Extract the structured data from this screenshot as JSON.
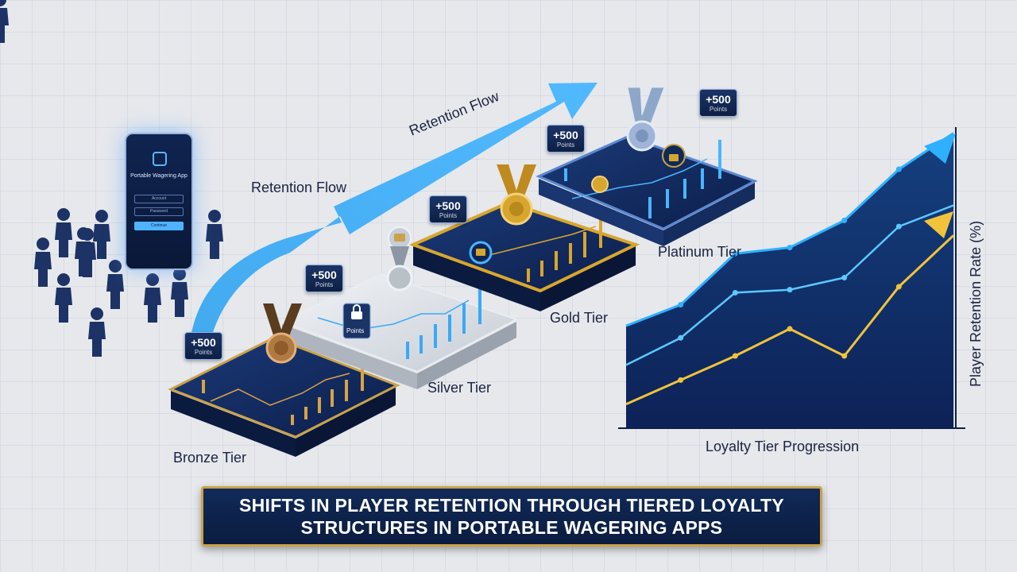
{
  "flow_labels": [
    "Retention Flow",
    "Retention Flow"
  ],
  "tiers": [
    {
      "name": "Bronze Tier",
      "badge_value": "+500",
      "badge_unit": "Points",
      "medal": "bronze-medal-icon",
      "color": "#b07a42"
    },
    {
      "name": "Silver Tier",
      "badge_value": "+500",
      "badge_unit": "Points",
      "medal": "silver-medal-icon",
      "lock_label": "Points",
      "color": "#b9c0c8"
    },
    {
      "name": "Gold Tier",
      "badge_value": "+500",
      "badge_unit": "Points",
      "medal": "gold-medal-icon",
      "color": "#d7a62e"
    },
    {
      "name": "Platinum Tier",
      "badge_value": "+500",
      "badge_unit": "Points",
      "medal": "platinum-medal-icon",
      "color": "#9fb4d6"
    }
  ],
  "phone": {
    "app_name": "Portable Wagering App",
    "field_1": "Account",
    "field_2": "Password",
    "button": "Continue"
  },
  "chart": {
    "ylabel": "Player Retention Rate (%)",
    "xlabel": "Loyalty Tier Progression",
    "colors": {
      "series_top": "#2fb0ff",
      "series_mid": "#5cc8ff",
      "series_gold": "#f2c33a",
      "fill": "#0e2a6c"
    }
  },
  "chart_data": {
    "type": "line",
    "title": "",
    "xlabel": "Loyalty Tier Progression",
    "ylabel": "Player Retention Rate (%)",
    "x": [
      1,
      2,
      3,
      4,
      5,
      6,
      7
    ],
    "series": [
      {
        "values": [
          34,
          41,
          58,
          60,
          69,
          86,
          98
        ]
      },
      {
        "values": [
          21,
          30,
          45,
          46,
          50,
          67,
          74
        ]
      },
      {
        "values": [
          8,
          16,
          24,
          33,
          24,
          47,
          64
        ]
      }
    ],
    "ylim": [
      0,
      100
    ]
  },
  "banner": {
    "title_line1": "SHIFTS IN PLAYER RETENTION THROUGH TIERED LOYALTY",
    "title_line2": "STRUCTURES IN PORTABLE WAGERING APPS"
  },
  "colors": {
    "navy": "#0f2a5c",
    "blue_arrow": "#3aa7f0",
    "gold": "#c9a24a",
    "person": "#1d3366"
  }
}
